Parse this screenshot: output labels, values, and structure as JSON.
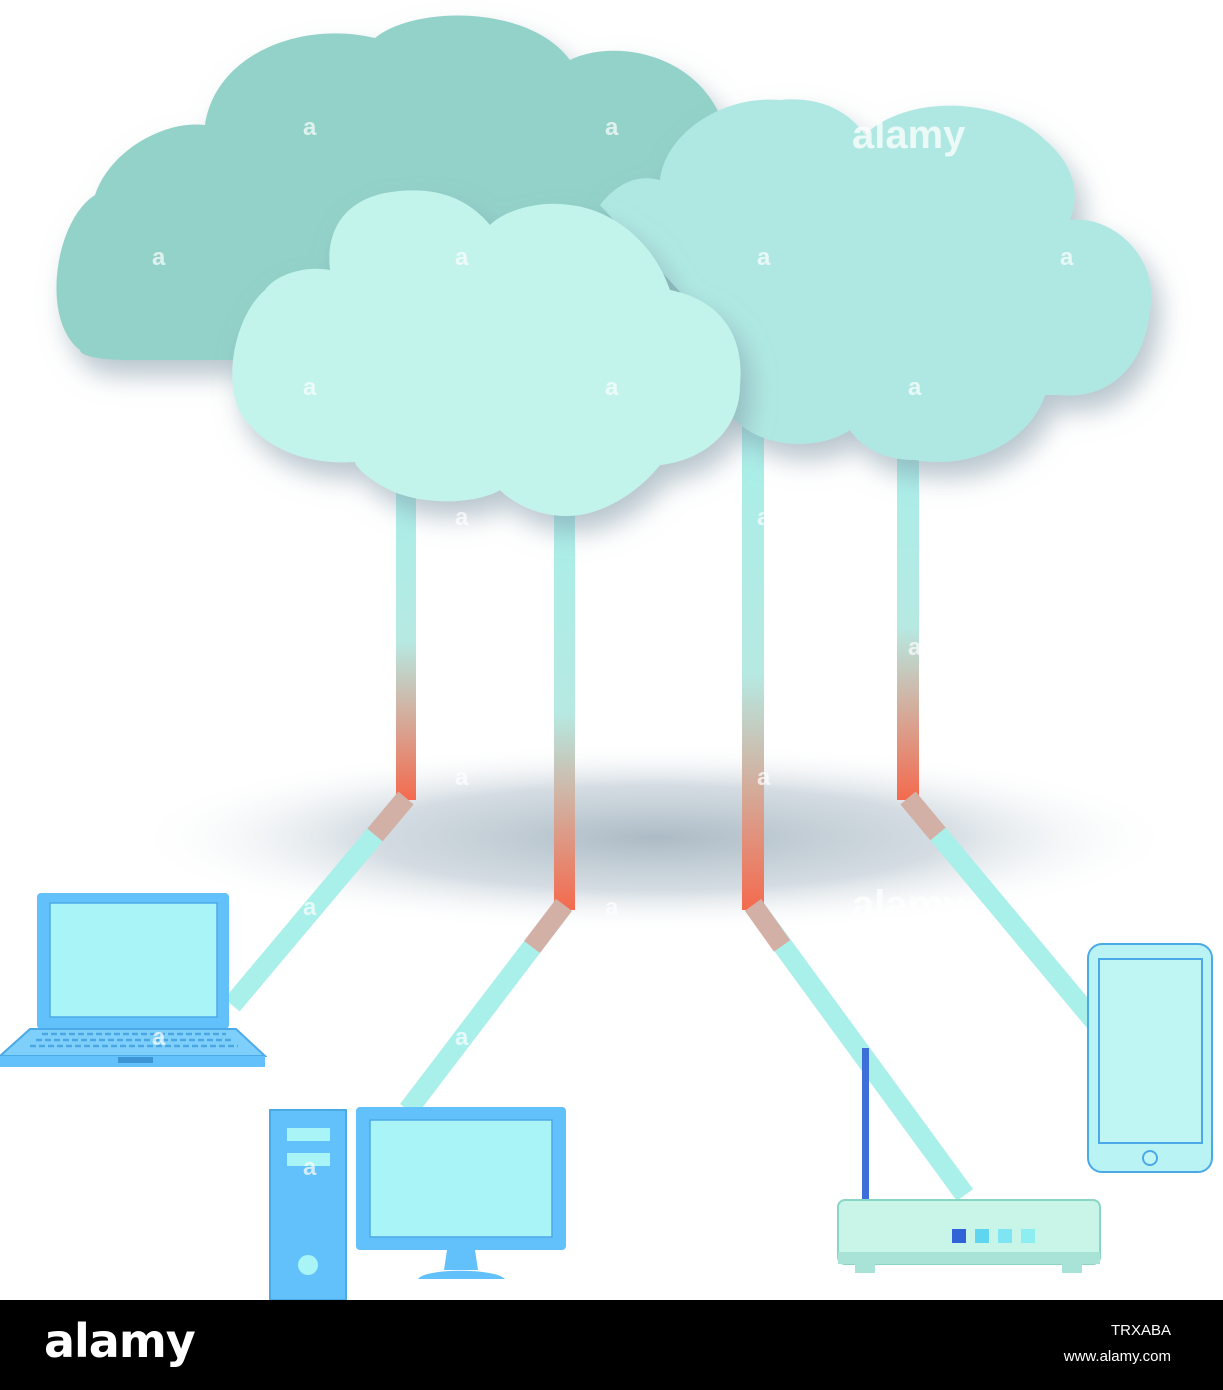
{
  "watermark": {
    "brand": "alamy",
    "glyph": "a",
    "image_id": "TRXABA",
    "url": "www.alamy.com"
  },
  "colors": {
    "cloud_back": "#93d2c9",
    "cloud_right": "#afe8e2",
    "cloud_front": "#c2f4ec",
    "line_pale": "#a9efea",
    "line_accent": "#f46a4e",
    "device_blue": "#62c0fb",
    "device_screen": "#a8f4f6",
    "router_body": "#c8f5e7",
    "footer_bg": "#000000"
  },
  "nodes": [
    {
      "id": "cloud-back",
      "icon": "cloud-icon"
    },
    {
      "id": "cloud-right",
      "icon": "cloud-icon"
    },
    {
      "id": "cloud-front",
      "icon": "cloud-icon"
    },
    {
      "id": "laptop",
      "icon": "laptop-icon"
    },
    {
      "id": "desktop",
      "icon": "desktop-computer-icon"
    },
    {
      "id": "router",
      "icon": "wifi-router-icon"
    },
    {
      "id": "tablet",
      "icon": "tablet-icon"
    }
  ],
  "edges": [
    {
      "from": "cloud-front",
      "to": "laptop"
    },
    {
      "from": "cloud-front",
      "to": "desktop"
    },
    {
      "from": "cloud-right",
      "to": "router"
    },
    {
      "from": "cloud-right",
      "to": "tablet"
    }
  ]
}
